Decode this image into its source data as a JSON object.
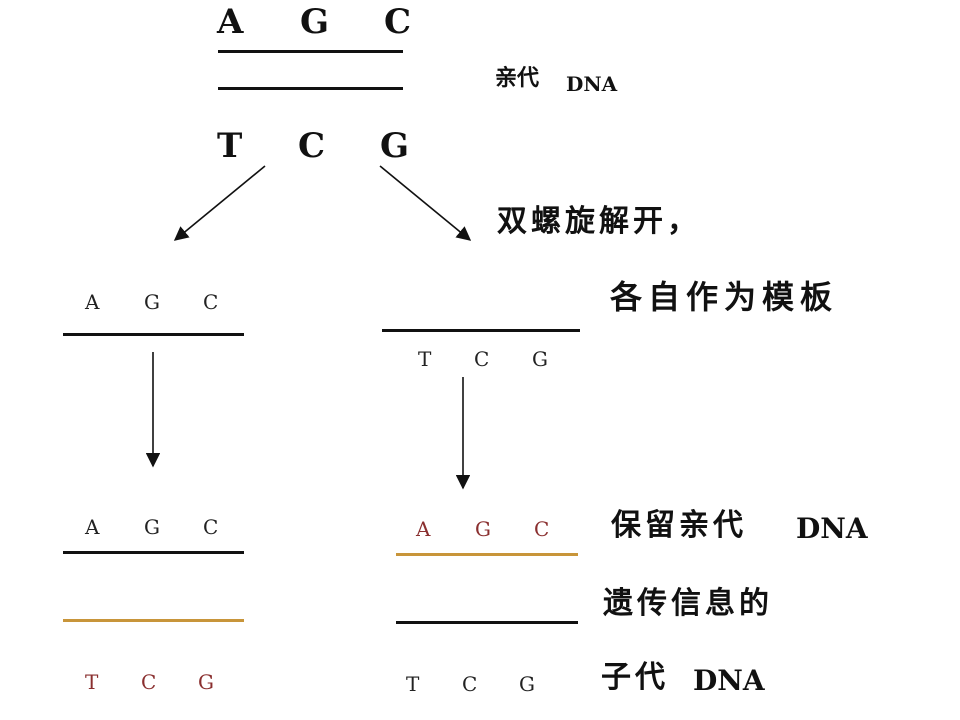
{
  "parent": {
    "top_bases": [
      "A",
      "G",
      "C"
    ],
    "bottom_bases": [
      "T",
      "C",
      "G"
    ],
    "label_cn": "亲代",
    "label_dna": "DNA"
  },
  "step1": {
    "line1": "双螺旋解开，",
    "line2": "各自作为模板"
  },
  "template_left": {
    "bases": [
      "A",
      "G",
      "C"
    ]
  },
  "template_right": {
    "bases": [
      "T",
      "C",
      "G"
    ]
  },
  "child_left": {
    "top_bases": [
      "A",
      "G",
      "C"
    ],
    "bottom_bases": [
      "T",
      "C",
      "G"
    ]
  },
  "child_right": {
    "top_bases": [
      "A",
      "G",
      "C"
    ],
    "bottom_bases": [
      "T",
      "C",
      "G"
    ]
  },
  "step2": {
    "line1_cn": "保留亲代",
    "line1_dna": "DNA",
    "line2": "遗传信息的",
    "line3_cn": "子代",
    "line3_dna": "DNA"
  },
  "colors": {
    "strand": "#111111",
    "new_strand": "#c8953a",
    "new_base": "#8a2f2f"
  }
}
